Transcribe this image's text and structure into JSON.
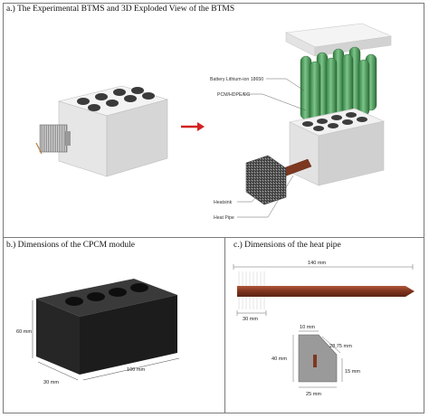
{
  "panels": {
    "a": {
      "title": "a.) The Experimental BTMS and 3D Exploded View of the BTMS"
    },
    "b": {
      "title": "b.) Dimensions of the CPCM module"
    },
    "c": {
      "title": "c.) Dimensions of the heat pipe"
    }
  },
  "exploded_labels": {
    "battery": "Battery Lithium-ion 18650",
    "pcm": "PCM/HDPE/EG",
    "heatsink": "Heatsink",
    "heat_pipe": "Heat Pipe"
  },
  "cpcm_dims": {
    "height": "60 mm",
    "depth": "30 mm",
    "length": "100 mm"
  },
  "heatpipe_dims": {
    "length": "140 mm",
    "fin_length": "30 mm",
    "top_width": "10 mm",
    "slant": "28,75 mm",
    "height": "40 mm",
    "bottom_side": "15 mm",
    "base": "25 mm"
  },
  "colors": {
    "battery_green": "#4f9a5c",
    "heat_pipe_copper": "#8a3d26",
    "arrow_red": "#d22222",
    "module_black": "#2b2b2b"
  }
}
